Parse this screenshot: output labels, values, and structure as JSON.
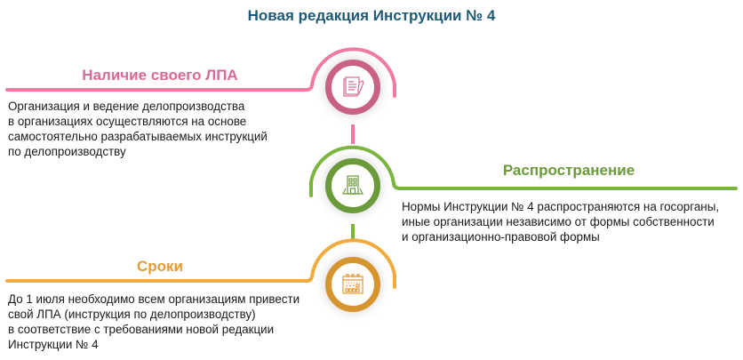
{
  "title": "Новая редакция Инструкции № 4",
  "colors": {
    "title": "#1d5a78",
    "pink": "#ef7ba5",
    "pink_dark": "#c96086",
    "green": "#7ab540",
    "green_dark": "#6a9a3a",
    "orange": "#f0ab3c",
    "orange_dark": "#d6952f"
  },
  "sections": [
    {
      "heading": "Наличие своего ЛПА",
      "icon": "document-pen-icon",
      "text": "Организация и ведение делопроизводства\nв организациях осуществляются на основе\nсамостоятельно разрабатываемых инструкций\nпо делопроизводству"
    },
    {
      "heading": "Распространение",
      "icon": "building-icon",
      "text": "Нормы Инструкции № 4 распространяются на госорганы,\nиные организации независимо от формы собственности\nи организационно-правовой формы"
    },
    {
      "heading": "Сроки",
      "icon": "calendar-icon",
      "text": "До 1 июля необходимо всем организациям привести\nсвой ЛПА (инструкция по делопроизводству)\nв соответствие с требованиями новой редакции\nИнструкции № 4"
    }
  ]
}
